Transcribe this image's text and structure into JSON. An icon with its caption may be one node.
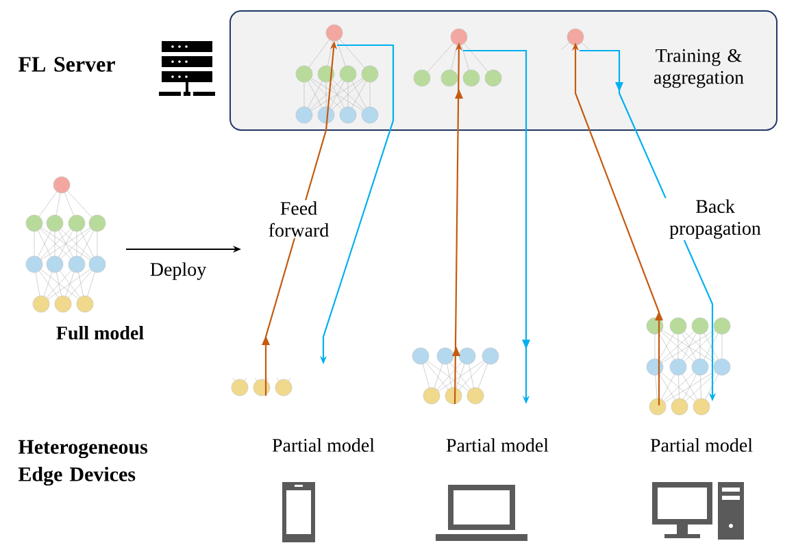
{
  "diagram": {
    "nodes": [
      {
        "text": [
          "Training & aggregation"
        ]
      },
      {
        "text": [],
        "shape": "picture",
        "in": 0
      },
      {
        "text": [],
        "shape": "picture",
        "in": 0
      },
      {
        "text": [],
        "shape": "picture",
        "in": 0
      },
      {
        "text": [],
        "shape": "picture",
        "beside": [
          "Full model"
        ]
      },
      {
        "text": [],
        "shape": "picture",
        "beside": [
          "Partial model"
        ]
      },
      {
        "text": [],
        "shape": "picture",
        "beside": [
          "Partial model"
        ]
      },
      {
        "text": [],
        "shape": "picture",
        "beside": [
          "Partial model"
        ]
      }
    ],
    "edges": [
      {
        "from": 4,
        "to": null,
        "arrow": "to",
        "label": "Deploy",
        "color": "#000000"
      },
      {
        "from": 5,
        "to": 1,
        "arrow": "to",
        "label": "Feed forward",
        "color": "#c55a11"
      },
      {
        "from": 1,
        "to": 5,
        "arrow": "to",
        "color": "#00b0f0"
      },
      {
        "from": 6,
        "to": 2,
        "arrow": "to",
        "color": "#c55a11"
      },
      {
        "from": 2,
        "to": 6,
        "arrow": "to",
        "color": "#00b0f0"
      },
      {
        "from": 7,
        "to": 3,
        "arrow": "to",
        "color": "#c55a11"
      },
      {
        "from": 3,
        "to": 7,
        "arrow": "to",
        "label": "Back propagation",
        "color": "#00b0f0"
      }
    ],
    "labels": [
      "FL Server",
      "Heterogeneous Edge Devices"
    ]
  }
}
